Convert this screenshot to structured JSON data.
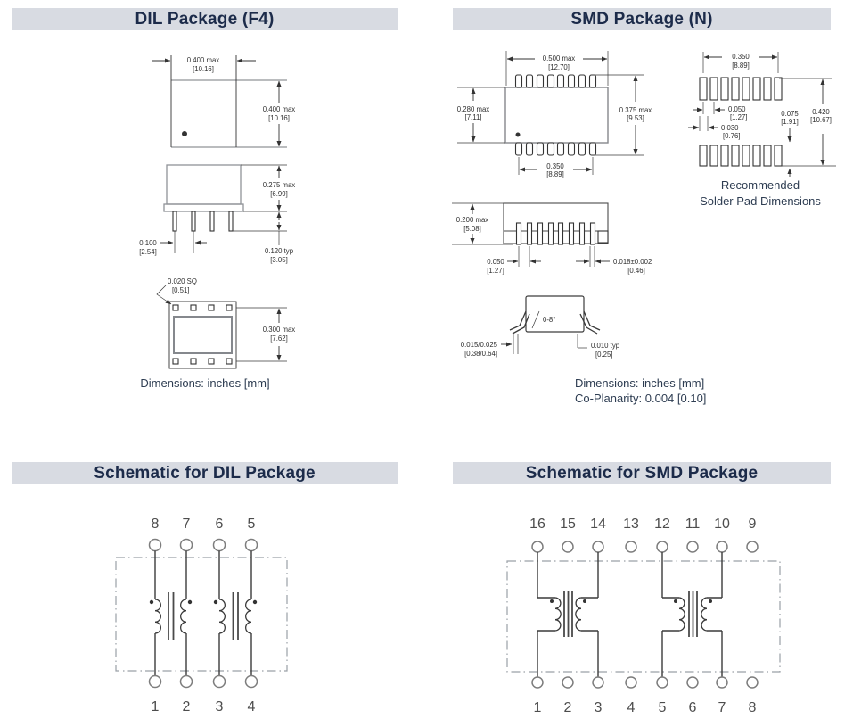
{
  "colors": {
    "header_bg": "#d8dbe2",
    "header_text": "#1c2b4a",
    "caption_text": "#2e3d52",
    "line": "#333333"
  },
  "dil_package": {
    "title": "DIL Package (F4)",
    "dims": {
      "top_width_1": "0.400 max",
      "top_width_2": "[10.16]",
      "top_height_1": "0.400 max",
      "top_height_2": "[10.16]",
      "body_height_1": "0.275 max",
      "body_height_2": "[6.99]",
      "pin_pitch_1": "0.100",
      "pin_pitch_2": "[2.54]",
      "pin_length_1": "0.120 typ",
      "pin_length_2": "[3.05]",
      "pin_square_1": "0.020 SQ",
      "pin_square_2": "[0.51]",
      "row_span_1": "0.300 max",
      "row_span_2": "[7.62]"
    },
    "caption": "Dimensions: inches [mm]"
  },
  "smd_package": {
    "title": "SMD Package (N)",
    "dims": {
      "width_1": "0.500 max",
      "width_2": "[12.70]",
      "body_h_1": "0.280 max",
      "body_h_2": "[7.11]",
      "overall_h_1": "0.375 max",
      "overall_h_2": "[9.53]",
      "pin_span_1": "0.350",
      "pin_span_2": "[8.89]",
      "height_1": "0.200 max",
      "height_2": "[5.08]",
      "pitch_1": "0.050",
      "pitch_2": "[1.27]",
      "lead_w_1": "0.018±0.002",
      "lead_w_2": "[0.46]",
      "angle": "0-8°",
      "standoff_1": "0.015/0.025",
      "standoff_2": "[0.38/0.64]",
      "foot_1": "0.010 typ",
      "foot_2": "[0.25]"
    },
    "pads": {
      "span_1": "0.350",
      "span_2": "[8.89]",
      "pitch_1": "0.050",
      "pitch_2": "[1.27]",
      "pad_w_1": "0.030",
      "pad_w_2": "[0.76]",
      "pad_h_1": "0.075",
      "pad_h_2": "[1.91]",
      "overall_1": "0.420",
      "overall_2": "[10.67]",
      "caption_1": "Recommended",
      "caption_2": "Solder Pad Dimensions"
    },
    "caption_1": "Dimensions: inches [mm]",
    "caption_2": "Co-Planarity: 0.004 [0.10]"
  },
  "dil_schematic": {
    "title": "Schematic for DIL Package",
    "top_pins": [
      "8",
      "7",
      "6",
      "5"
    ],
    "bottom_pins": [
      "1",
      "2",
      "3",
      "4"
    ]
  },
  "smd_schematic": {
    "title": "Schematic for SMD Package",
    "top_pins": [
      "16",
      "15",
      "14",
      "13",
      "12",
      "11",
      "10",
      "9"
    ],
    "bottom_pins": [
      "1",
      "2",
      "3",
      "4",
      "5",
      "6",
      "7",
      "8"
    ]
  }
}
